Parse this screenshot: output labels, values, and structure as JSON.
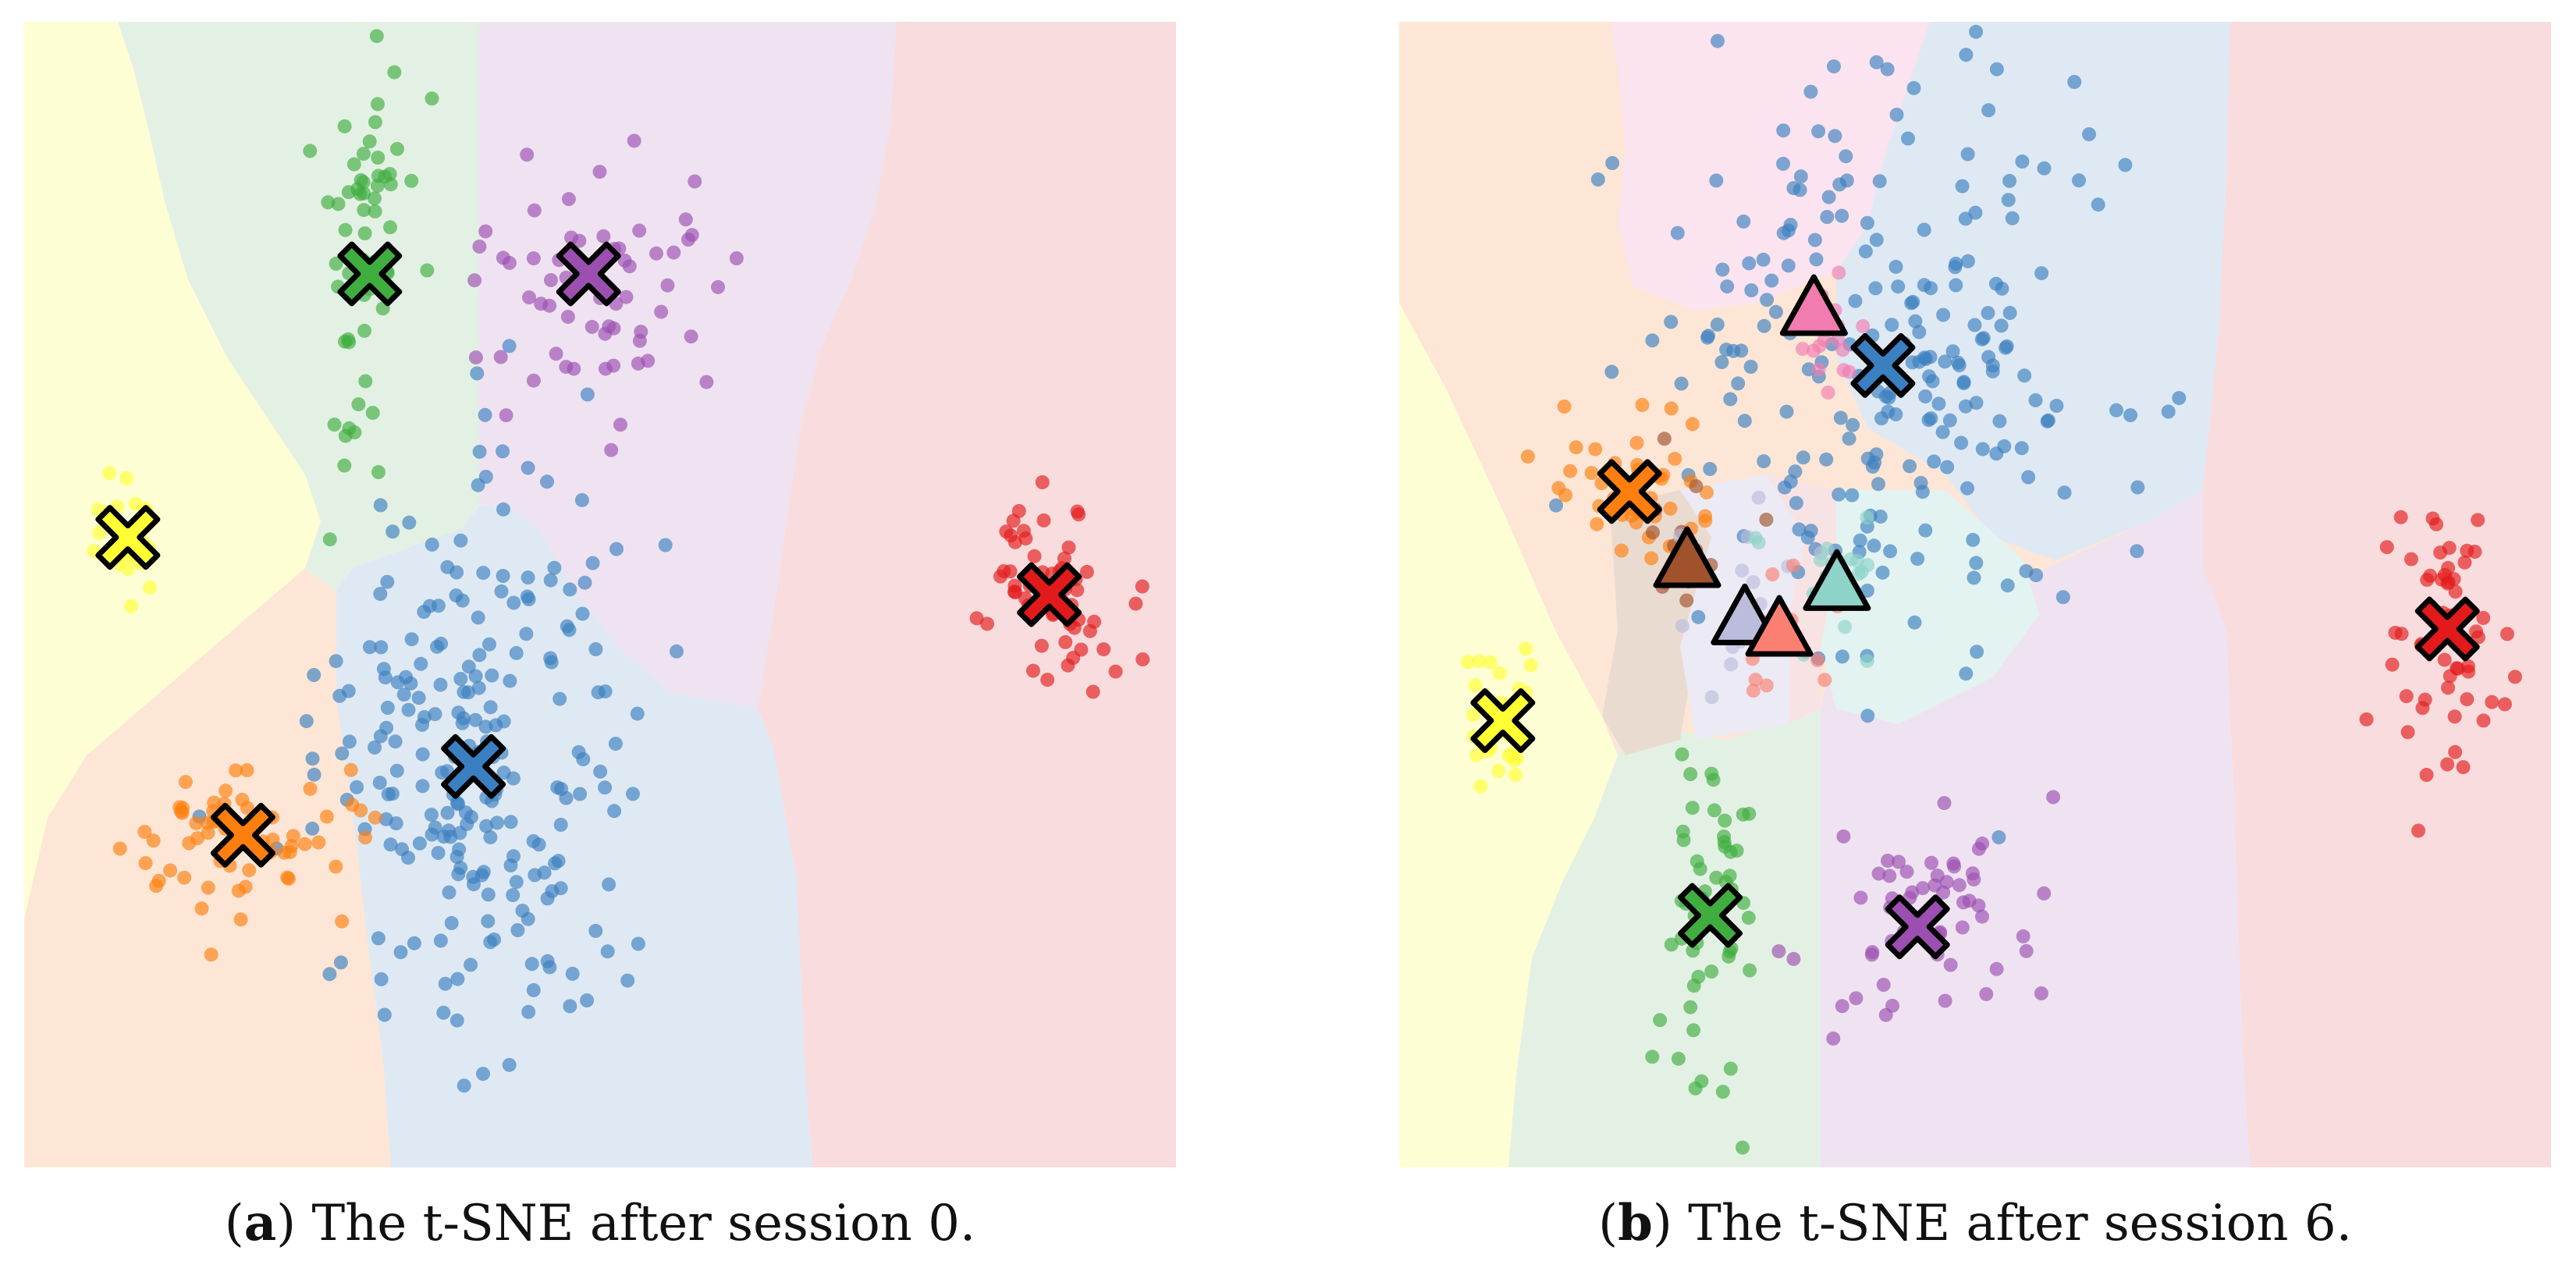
{
  "captions": {
    "a": {
      "tag": "a",
      "text": "The t-SNE after session 0."
    },
    "b": {
      "tag": "b",
      "text": "The t-SNE after session 6."
    }
  },
  "palette": {
    "blue": "#3a7fc0",
    "orange": "#ff7f0e",
    "green": "#3fae3f",
    "red": "#e31a1c",
    "purple": "#9b4fb0",
    "yellow": "#ffff33",
    "pink": "#f17cb0",
    "brown": "#a0522d",
    "lavender": "#bcbddc",
    "salmon": "#fb8072",
    "teal": "#8dd3c7"
  },
  "chart_data": [
    {
      "type": "scatter",
      "panel": "a",
      "title": "",
      "xlabel": "",
      "ylabel": "",
      "grid": false,
      "background": "decision regions",
      "clusters": [
        {
          "color": "blue",
          "center": [
            0.39,
            0.65
          ],
          "marker": "cross",
          "points": 230
        },
        {
          "color": "orange",
          "center": [
            0.19,
            0.71
          ],
          "marker": "cross",
          "points": 60
        },
        {
          "color": "green",
          "center": [
            0.3,
            0.22
          ],
          "marker": "cross",
          "points": 60
        },
        {
          "color": "purple",
          "center": [
            0.49,
            0.22
          ],
          "marker": "cross",
          "points": 60
        },
        {
          "color": "yellow",
          "center": [
            0.09,
            0.45
          ],
          "marker": "cross",
          "points": 30
        },
        {
          "color": "red",
          "center": [
            0.89,
            0.5
          ],
          "marker": "cross",
          "points": 60
        }
      ]
    },
    {
      "type": "scatter",
      "panel": "b",
      "title": "",
      "xlabel": "",
      "ylabel": "",
      "grid": false,
      "background": "decision regions",
      "clusters": [
        {
          "color": "blue",
          "center": [
            0.42,
            0.3
          ],
          "marker": "cross",
          "points": 230
        },
        {
          "color": "orange",
          "center": [
            0.2,
            0.41
          ],
          "marker": "cross",
          "points": 45
        },
        {
          "color": "green",
          "center": [
            0.27,
            0.78
          ],
          "marker": "cross",
          "points": 55
        },
        {
          "color": "purple",
          "center": [
            0.45,
            0.79
          ],
          "marker": "cross",
          "points": 60
        },
        {
          "color": "yellow",
          "center": [
            0.09,
            0.61
          ],
          "marker": "cross",
          "points": 30
        },
        {
          "color": "red",
          "center": [
            0.91,
            0.53
          ],
          "marker": "cross",
          "points": 60
        },
        {
          "color": "pink",
          "center": [
            0.36,
            0.25
          ],
          "marker": "triangle",
          "points": 15
        },
        {
          "color": "brown",
          "center": [
            0.25,
            0.47
          ],
          "marker": "triangle",
          "points": 15
        },
        {
          "color": "lavender",
          "center": [
            0.3,
            0.52
          ],
          "marker": "triangle",
          "points": 15
        },
        {
          "color": "salmon",
          "center": [
            0.33,
            0.53
          ],
          "marker": "triangle",
          "points": 15
        },
        {
          "color": "teal",
          "center": [
            0.38,
            0.49
          ],
          "marker": "triangle",
          "points": 20
        }
      ]
    }
  ]
}
